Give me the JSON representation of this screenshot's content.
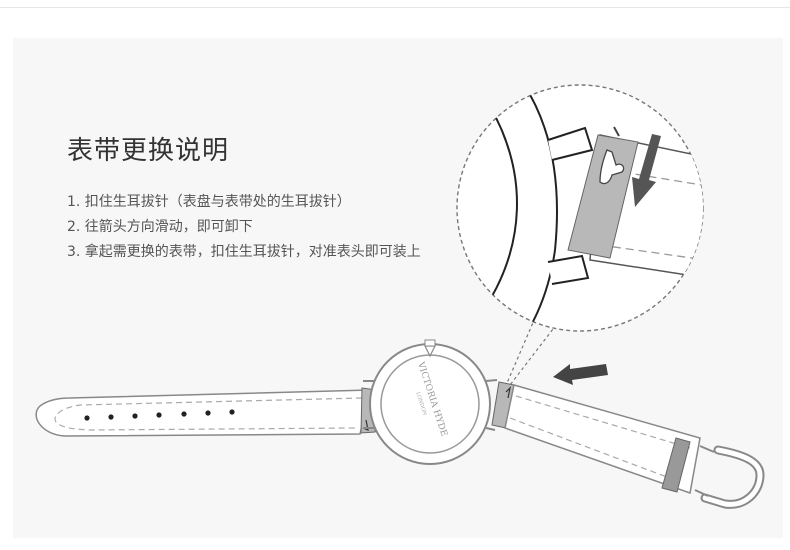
{
  "title": "表带更换说明",
  "steps": [
    "1. 扣住生耳拔针（表盘与表带处的生耳拔针）",
    "2. 往箭头方向滑动，即可卸下",
    "3. 拿起需更换的表带，扣住生耳拔针，对准表头即可装上"
  ],
  "brand": {
    "line1": "VICTORIA HYDE",
    "line2": "LONDON"
  },
  "icons": [
    "down-arrow-icon",
    "left-arrow-icon"
  ]
}
